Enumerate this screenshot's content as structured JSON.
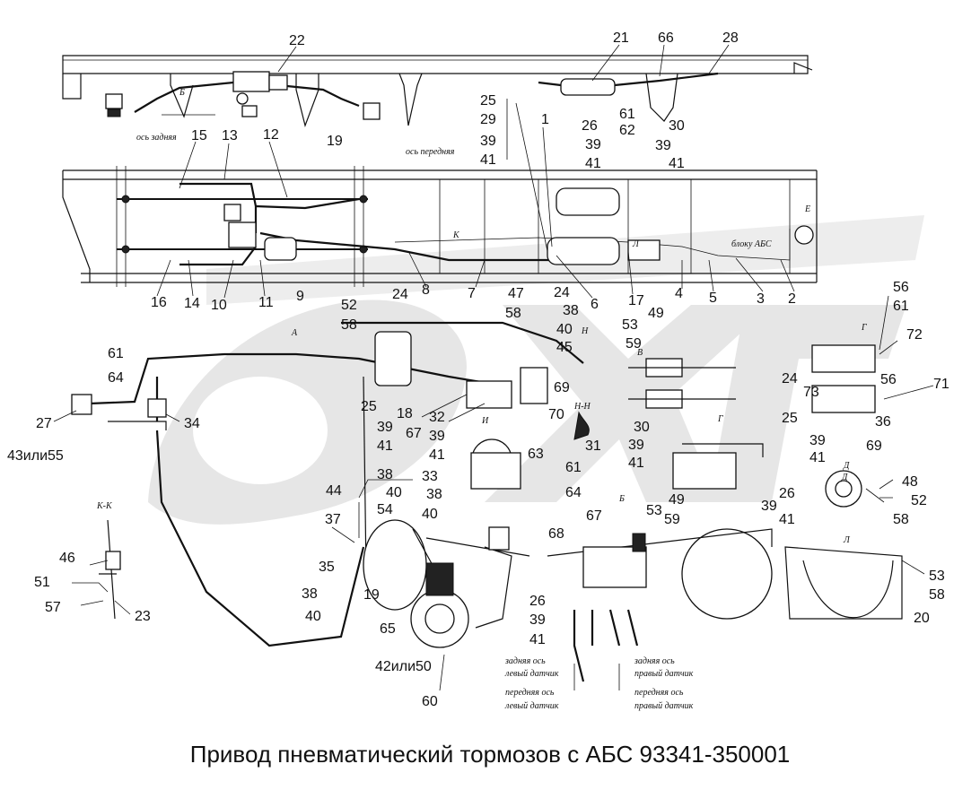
{
  "title": "Привод пневматический тормозов с АБС 93341-350001",
  "colors": {
    "ink": "#111111",
    "watermark": "#e6e6e6",
    "background": "#ffffff"
  },
  "labels": {
    "l22": "22",
    "l21": "21",
    "l66": "66",
    "l28": "28",
    "l61a": "61",
    "l62": "62",
    "l19a": "19",
    "l25a": "25",
    "l29": "29",
    "l39a": "39",
    "l41a": "41",
    "l1": "1",
    "l26a": "26",
    "l39b": "39",
    "l41b": "41",
    "l30a": "30",
    "l39c": "39",
    "l41c": "41",
    "l15": "15",
    "l13": "13",
    "l12": "12",
    "l16": "16",
    "l14": "14",
    "l10": "10",
    "l11": "11",
    "l9": "9",
    "l8": "8",
    "l7": "7",
    "l6": "6",
    "l17": "17",
    "l4": "4",
    "l5": "5",
    "l3": "3",
    "l2": "2",
    "l56a": "56",
    "l61b": "61",
    "l52a": "52",
    "l58a": "58",
    "l24a": "24",
    "l47": "47",
    "l58b": "58",
    "l24b": "24",
    "l38a": "38",
    "l40a": "40",
    "l45": "45",
    "l53a": "53",
    "l49a": "49",
    "l59a": "59",
    "l72": "72",
    "l61c": "61",
    "l64a": "64",
    "l27": "27",
    "l34": "34",
    "l43": "43или55",
    "l18": "18",
    "l25b": "25",
    "l39d": "39",
    "l41d": "41",
    "l67a": "67",
    "l32": "32",
    "l39e": "39",
    "l41e": "41",
    "l69a": "69",
    "l70": "70",
    "l31": "31",
    "l30b": "30",
    "l39f": "39",
    "l41f": "41",
    "l24c": "24",
    "l73": "73",
    "l56b": "56",
    "l71": "71",
    "l25c": "25",
    "l36": "36",
    "l39g": "39",
    "l41g": "41",
    "l69b": "69",
    "l48": "48",
    "l52b": "52",
    "l58c": "58",
    "l63": "63",
    "l61d": "61",
    "l64b": "64",
    "l26b": "26",
    "l39h": "39",
    "l41h": "41",
    "l44": "44",
    "l38b": "38",
    "l40b": "40",
    "l54": "54",
    "l33": "33",
    "l38c": "38",
    "l40c": "40",
    "l53b": "53",
    "l49b": "49",
    "l59b": "59",
    "l37": "37",
    "l35": "35",
    "l38d": "38",
    "l40d": "40",
    "l19b": "19",
    "l65": "65",
    "l68": "68",
    "l67b": "67",
    "l26c": "26",
    "l39i": "39",
    "l41i": "41",
    "l53c": "53",
    "l58d": "58",
    "l20": "20",
    "l46": "46",
    "l51": "51",
    "l57": "57",
    "l23": "23",
    "l42": "42или50",
    "l60": "60"
  },
  "annotations": {
    "rear_axle": "ось задняя",
    "front_axle": "ось передняя",
    "abs_block": "блоку АБС",
    "rear_left_1": "задняя ось",
    "rear_left_2": "левый датчик",
    "rear_right_1": "задняя ось",
    "rear_right_2": "правый датчик",
    "front_left_1": "передняя ось",
    "front_left_2": "левый датчик",
    "front_right_1": "передняя ось",
    "front_right_2": "правый датчик"
  },
  "views": {
    "A": "А",
    "B": "Б",
    "V": "В",
    "G": "Г",
    "D": "Д",
    "E": "Е",
    "I": "И",
    "K": "К",
    "L": "Л",
    "N": "Н",
    "KK": "К-К",
    "NN": "Н-Н",
    "G2": "Г",
    "D2": "Д",
    "L2": "Л",
    "B2": "Б"
  }
}
